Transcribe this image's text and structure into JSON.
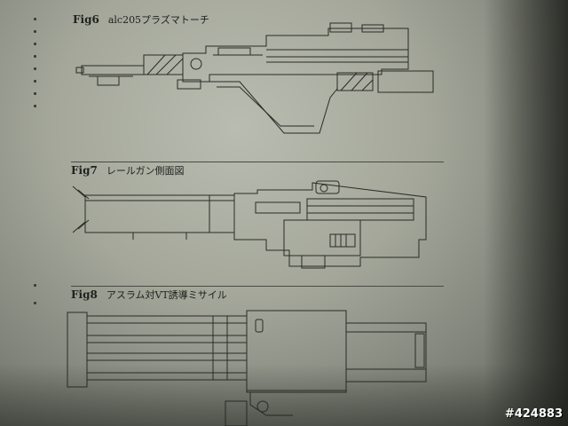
{
  "figures": [
    {
      "number": "Fig6",
      "title": "alc205プラズマトーチ"
    },
    {
      "number": "Fig7",
      "title": "レールガン側面図"
    },
    {
      "number": "Fig8",
      "title": "アスラム対VT誘導ミサイル"
    }
  ],
  "watermark": "#424883"
}
